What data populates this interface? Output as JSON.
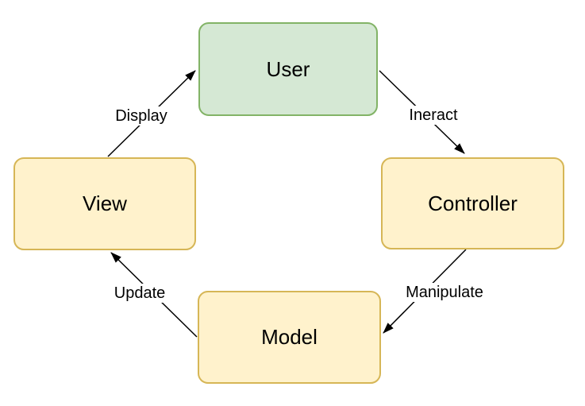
{
  "diagram": {
    "type": "flow-diagram",
    "background": "#ffffff",
    "edge_color": "#000000",
    "nodes": [
      {
        "id": "user",
        "label": "User",
        "fill": "#d5e8d4",
        "stroke": "#82b366"
      },
      {
        "id": "view",
        "label": "View",
        "fill": "#fff2cc",
        "stroke": "#d6b656"
      },
      {
        "id": "controller",
        "label": "Controller",
        "fill": "#fff2cc",
        "stroke": "#d6b656"
      },
      {
        "id": "model",
        "label": "Model",
        "fill": "#fff2cc",
        "stroke": "#d6b656"
      }
    ],
    "edges": [
      {
        "from": "view",
        "to": "user",
        "label": "Display"
      },
      {
        "from": "user",
        "to": "controller",
        "label": "Ineract"
      },
      {
        "from": "controller",
        "to": "model",
        "label": "Manipulate"
      },
      {
        "from": "model",
        "to": "view",
        "label": "Update"
      }
    ]
  }
}
